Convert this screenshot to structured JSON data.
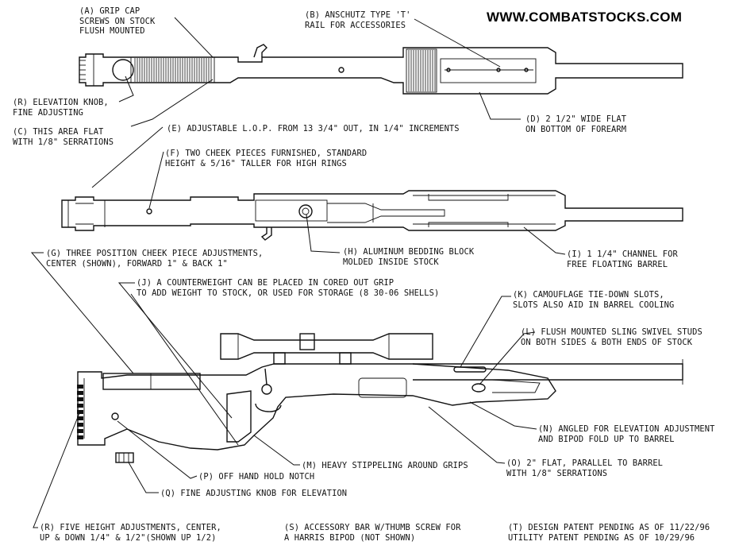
{
  "website": "WWW.COMBATSTOCKS.COM",
  "callouts": {
    "A": [
      "(A) GRIP CAP",
      "SCREWS ON STOCK",
      "FLUSH MOUNTED"
    ],
    "B": [
      "(B) ANSCHUTZ TYPE 'T'",
      "RAIL FOR ACCESSORIES"
    ],
    "R1": [
      "(R) ELEVATION KNOB,",
      "FINE ADJUSTING"
    ],
    "D": [
      "(D) 2 1/2\" WIDE FLAT",
      "ON BOTTOM OF FOREARM"
    ],
    "C": [
      "(C) THIS AREA FLAT",
      "WITH 1/8\" SERRATIONS"
    ],
    "E": [
      "(E) ADJUSTABLE L.O.P. FROM 13 3/4\" OUT, IN 1/4\" INCREMENTS"
    ],
    "F": [
      "(F) TWO CHEEK PIECES FURNISHED, STANDARD",
      "HEIGHT & 5/16\" TALLER FOR HIGH RINGS"
    ],
    "G": [
      "(G) THREE POSITION CHEEK PIECE ADJUSTMENTS,",
      "CENTER (SHOWN), FORWARD 1\" & BACK 1\""
    ],
    "H": [
      "(H) ALUMINUM BEDDING BLOCK",
      "MOLDED INSIDE STOCK"
    ],
    "I": [
      "(I) 1 1/4\" CHANNEL FOR",
      "FREE FLOATING BARREL"
    ],
    "J": [
      "(J) A COUNTERWEIGHT CAN BE PLACED IN CORED OUT GRIP",
      "TO ADD WEIGHT TO STOCK, OR USED FOR STORAGE (8 30-06 SHELLS)"
    ],
    "K": [
      "(K) CAMOUFLAGE TIE-DOWN SLOTS,",
      "SLOTS ALSO AID IN BARREL COOLING"
    ],
    "L": [
      "(L) FLUSH MOUNTED SLING SWIVEL STUDS",
      "ON BOTH SIDES & BOTH ENDS OF STOCK"
    ],
    "N": [
      "(N) ANGLED FOR ELEVATION ADJUSTMENT",
      "AND BIPOD FOLD UP TO BARREL"
    ],
    "M": [
      "(M) HEAVY STIPPELING AROUND GRIPS"
    ],
    "O": [
      "(O) 2\" FLAT, PARALLEL TO BARREL",
      "WITH 1/8\" SERRATIONS"
    ],
    "P": [
      "(P) OFF HAND HOLD NOTCH"
    ],
    "Q": [
      "(Q) FINE ADJUSTING KNOB FOR ELEVATION"
    ],
    "R2": [
      "(R) FIVE HEIGHT ADJUSTMENTS, CENTER,",
      "UP & DOWN 1/4\" & 1/2\"(SHOWN UP 1/2)"
    ],
    "S": [
      "(S) ACCESSORY BAR W/THUMB SCREW FOR",
      "A HARRIS BIPOD (NOT SHOWN)"
    ],
    "T": [
      "(T) DESIGN PATENT PENDING AS OF 11/22/96",
      "UTILITY PATENT PENDING AS OF 10/29/96"
    ]
  }
}
